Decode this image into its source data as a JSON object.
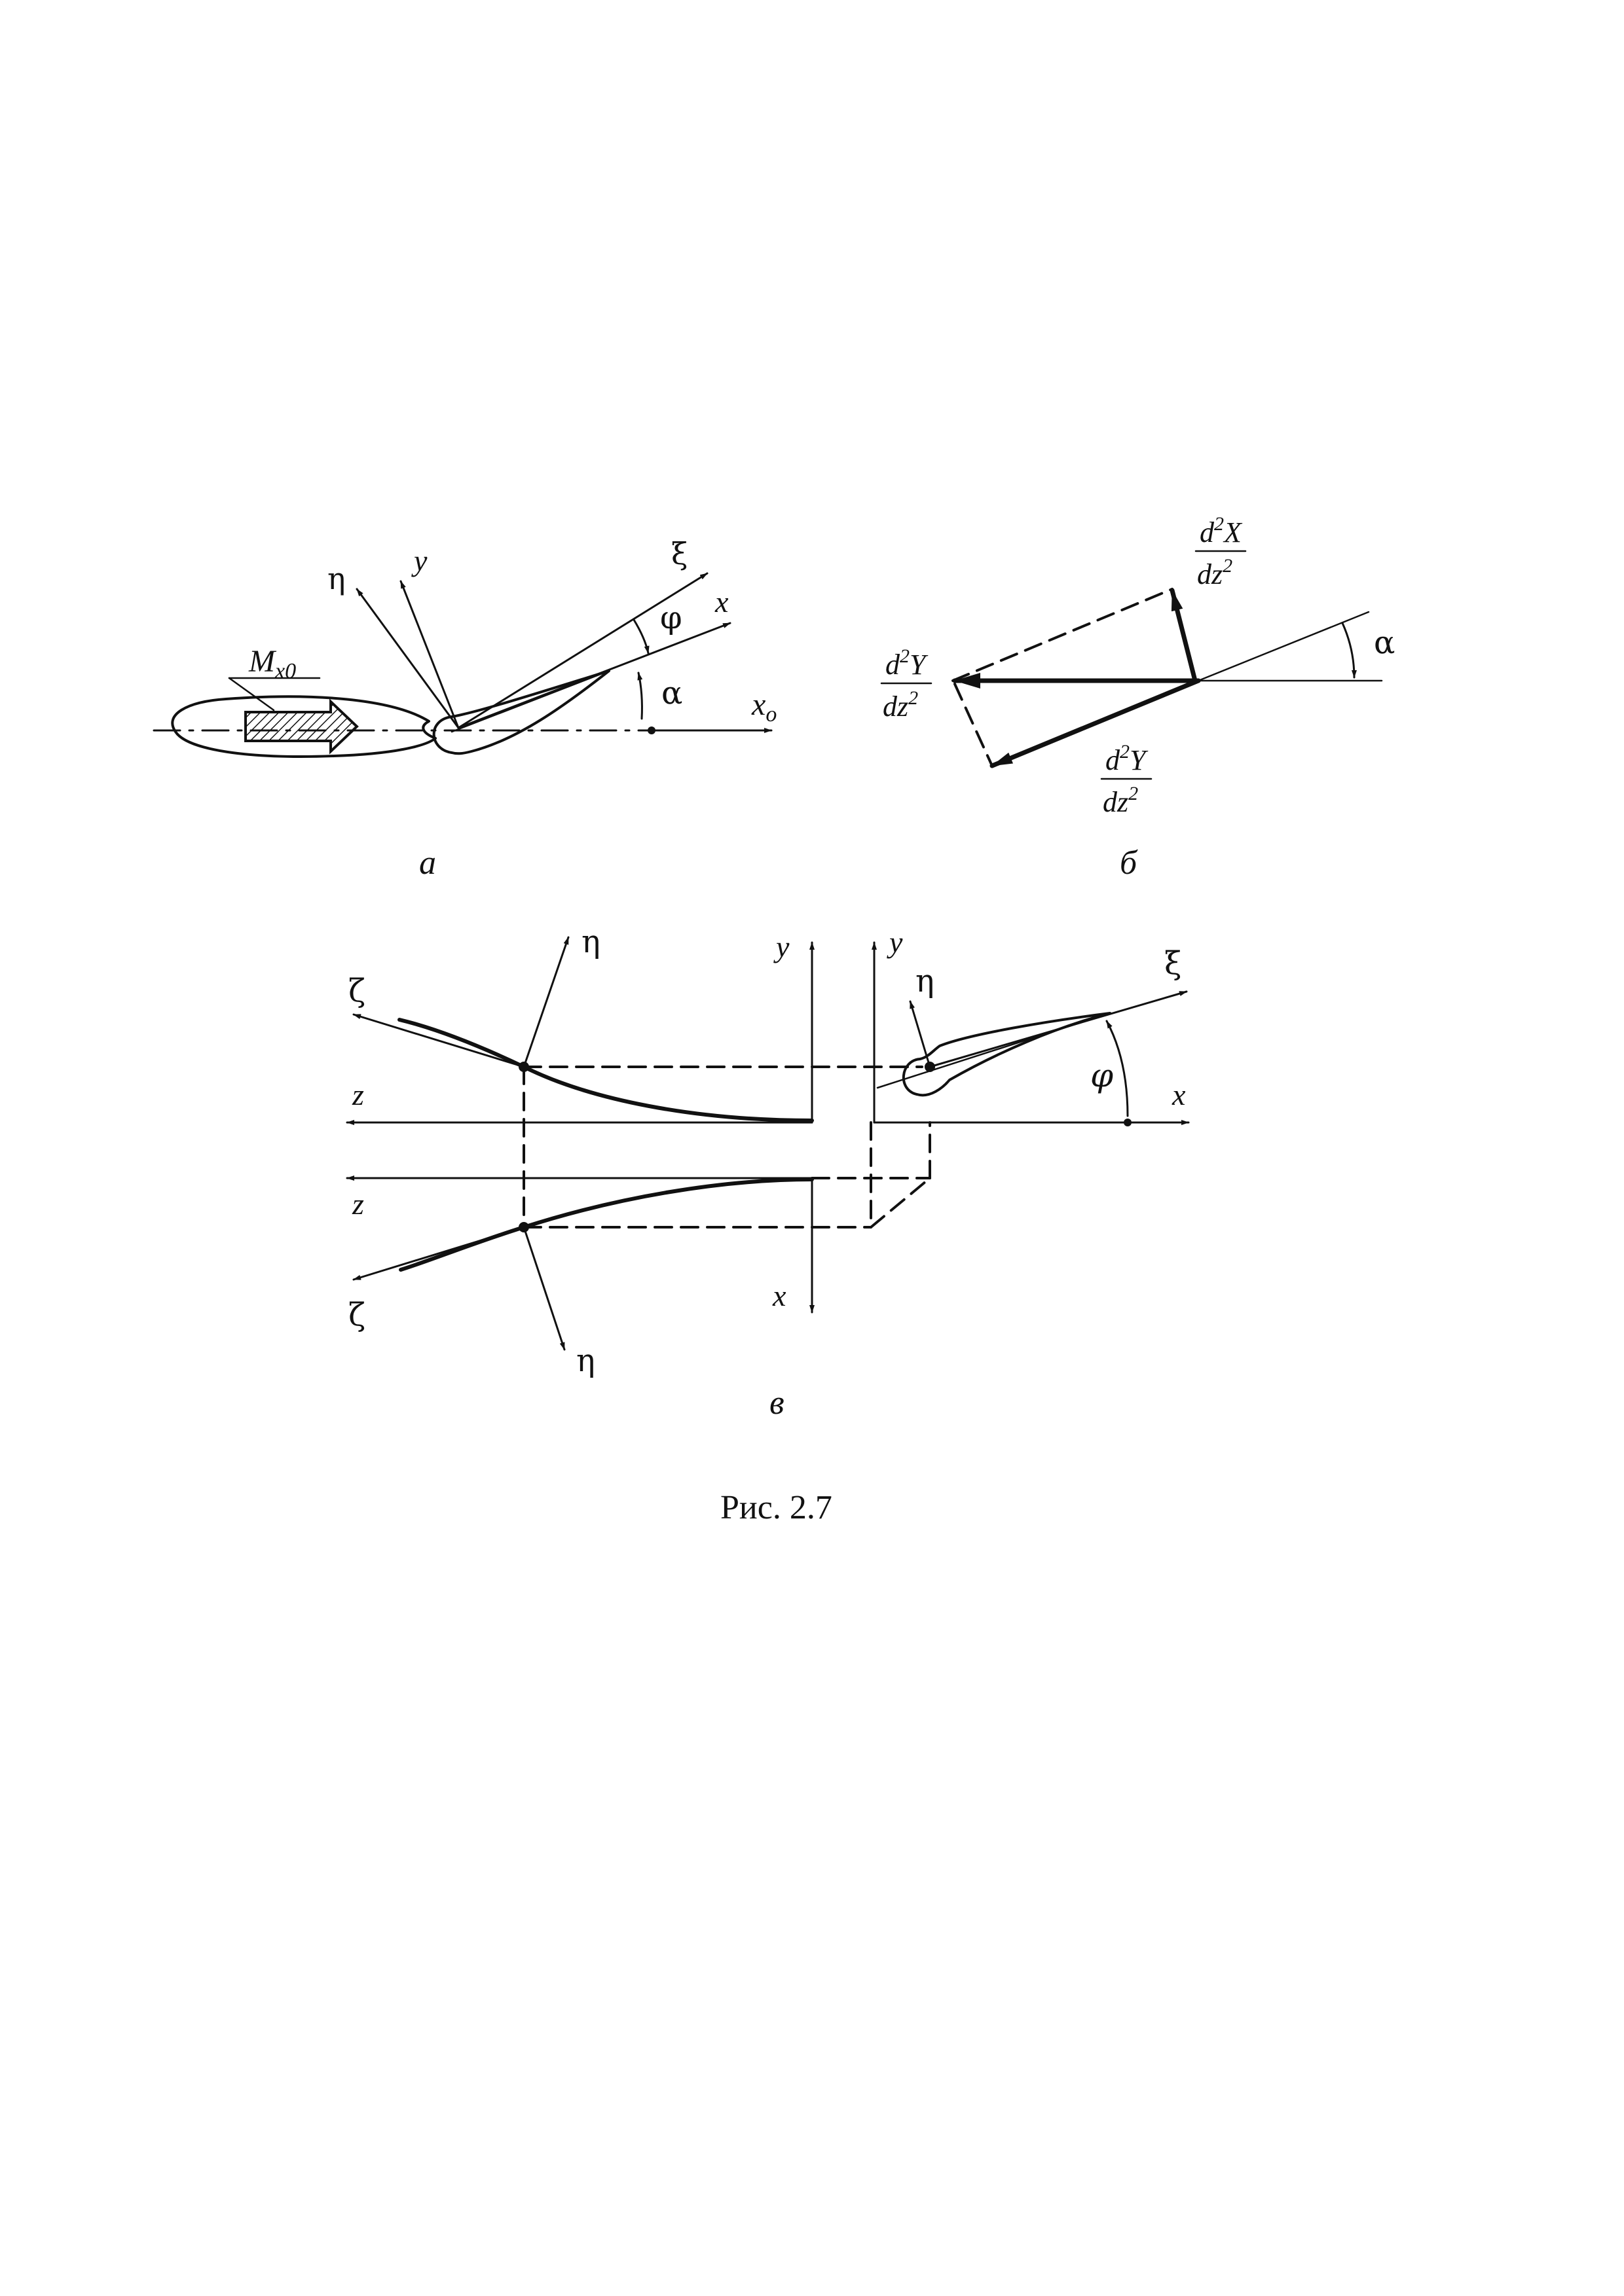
{
  "figure": {
    "caption": "Рис. 2.7",
    "panel_a": {
      "label": "а",
      "moment_base": "M",
      "moment_sub": "x0",
      "axis_eta": "η",
      "axis_y": "y",
      "axis_xi": "ξ",
      "axis_x": "x",
      "axis_x0_base": "x",
      "axis_x0_sub": "o",
      "angle_phi": "φ",
      "angle_alpha": "α"
    },
    "panel_b": {
      "label": "б",
      "frac_x_num_d": "d",
      "frac_x_num_exp": "2",
      "frac_x_num_var": "X",
      "frac_x_den_dz": "dz",
      "frac_x_den_exp": "2",
      "frac_y1_num_d": "d",
      "frac_y1_num_exp": "2",
      "frac_y1_num_var": "Y",
      "frac_y1_den_dz": "dz",
      "frac_y1_den_exp": "2",
      "frac_y2_num_d": "d",
      "frac_y2_num_exp": "2",
      "frac_y2_num_var": "Y",
      "frac_y2_den_dz": "dz",
      "frac_y2_den_exp": "2",
      "angle_alpha": "α"
    },
    "panel_v": {
      "label": "в",
      "top_zeta": "ζ",
      "top_eta": "η",
      "top_z": "z",
      "top_y": "y",
      "bottom_z": "z",
      "bottom_zeta": "ζ",
      "bottom_eta": "η",
      "bottom_x": "x",
      "right_y": "y",
      "right_eta": "η",
      "right_xi": "ξ",
      "right_phi": "φ",
      "right_x": "x"
    }
  }
}
